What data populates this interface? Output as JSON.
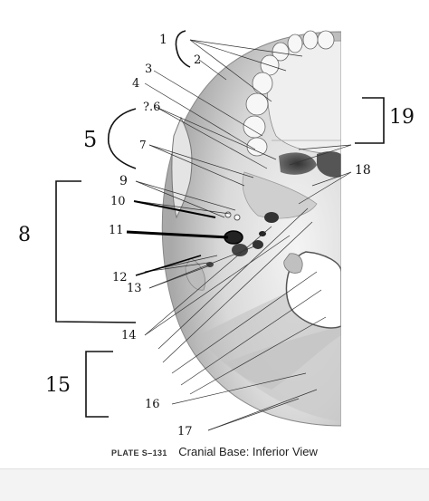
{
  "labels": {
    "n1": "1",
    "n2": "2",
    "n3": "3",
    "n4": "4",
    "n5": "5",
    "n6": "?.6",
    "n7": "7",
    "n8": "8",
    "n9": "9",
    "n10": "10",
    "n11": "11",
    "n12": "12",
    "n13": "13",
    "n14": "14",
    "n15": "15",
    "n16": "16",
    "n17": "17",
    "n18": "18",
    "n19": "19"
  },
  "caption": {
    "plate": "PLATE S–131",
    "title": "Cranial Base: Inferior View"
  }
}
